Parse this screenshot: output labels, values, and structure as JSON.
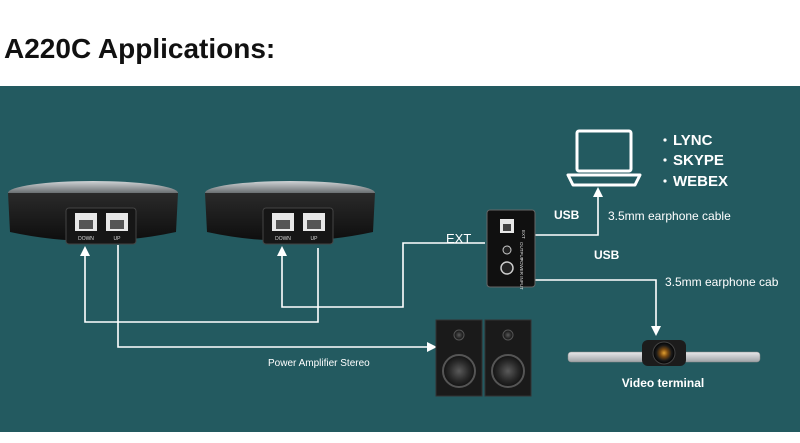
{
  "page": {
    "title": "A220C Applications:"
  },
  "diagram": {
    "speakerphone_port_labels": [
      "DOWN",
      "UP"
    ],
    "hub": {
      "labels": [
        "EXT",
        "OUTPUT",
        "POWER INPUT"
      ]
    },
    "ext_label": "EXT",
    "usb_label_1": "USB",
    "usb_label_2": "USB",
    "earphone_cable_1": "3.5mm earphone cable",
    "earphone_cable_2": "3.5mm earphone cab",
    "software_list": [
      "LYNC",
      "SKYPE",
      "WEBEX"
    ],
    "amplifier_label": "Power Amplifier Stereo",
    "video_terminal_label": "Video terminal",
    "colors": {
      "panel_bg": "#235a60",
      "connector": "#ffffff",
      "title": "#111111"
    }
  }
}
